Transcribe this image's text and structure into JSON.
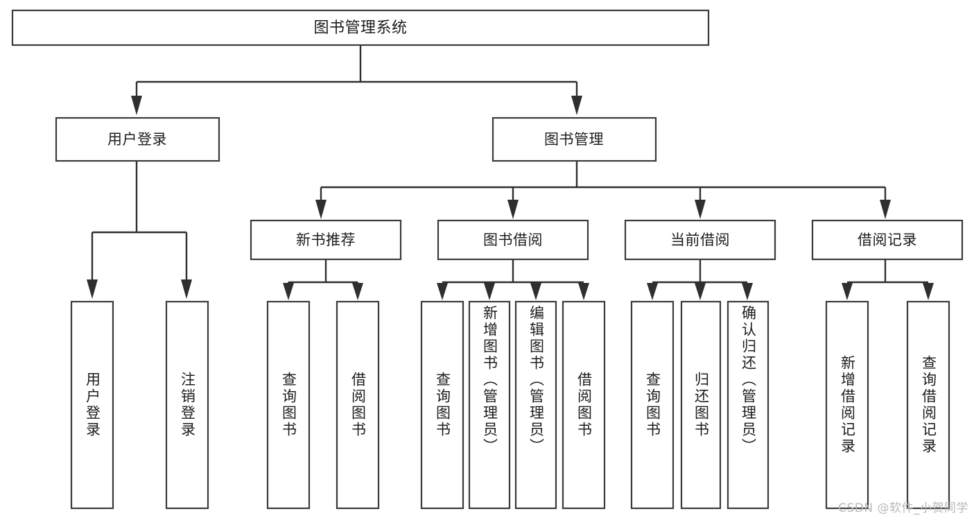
{
  "diagram": {
    "title": "图书管理系统",
    "type": "tree-hierarchy",
    "watermark": "CSDN @软件_小贺同学",
    "colors": {
      "background": "#ffffff",
      "box_stroke": "#3a3a3a",
      "connector": "#2f2f2f",
      "text": "#1c1c1c",
      "watermark": "#b7b7b7"
    },
    "root": {
      "label": "图书管理系统"
    },
    "level2": [
      {
        "label": "用户登录"
      },
      {
        "label": "图书管理"
      }
    ],
    "level3": [
      {
        "label": "新书推荐"
      },
      {
        "label": "图书借阅"
      },
      {
        "label": "当前借阅"
      },
      {
        "label": "借阅记录"
      }
    ],
    "leaves": {
      "user_login": [
        {
          "label": "用户登录"
        },
        {
          "label": "注销登录"
        }
      ],
      "new_book_recommend": [
        {
          "label": "查询图书"
        },
        {
          "label": "借阅图书"
        }
      ],
      "book_borrow": [
        {
          "label": "查询图书"
        },
        {
          "label": "新增图书（管理员）"
        },
        {
          "label": "编辑图书（管理员）"
        },
        {
          "label": "借阅图书"
        }
      ],
      "current_borrow": [
        {
          "label": "查询图书"
        },
        {
          "label": "归还图书"
        },
        {
          "label": "确认归还（管理员）"
        }
      ],
      "borrow_record": [
        {
          "label": "新增借阅记录"
        },
        {
          "label": "查询借阅记录"
        }
      ]
    }
  }
}
